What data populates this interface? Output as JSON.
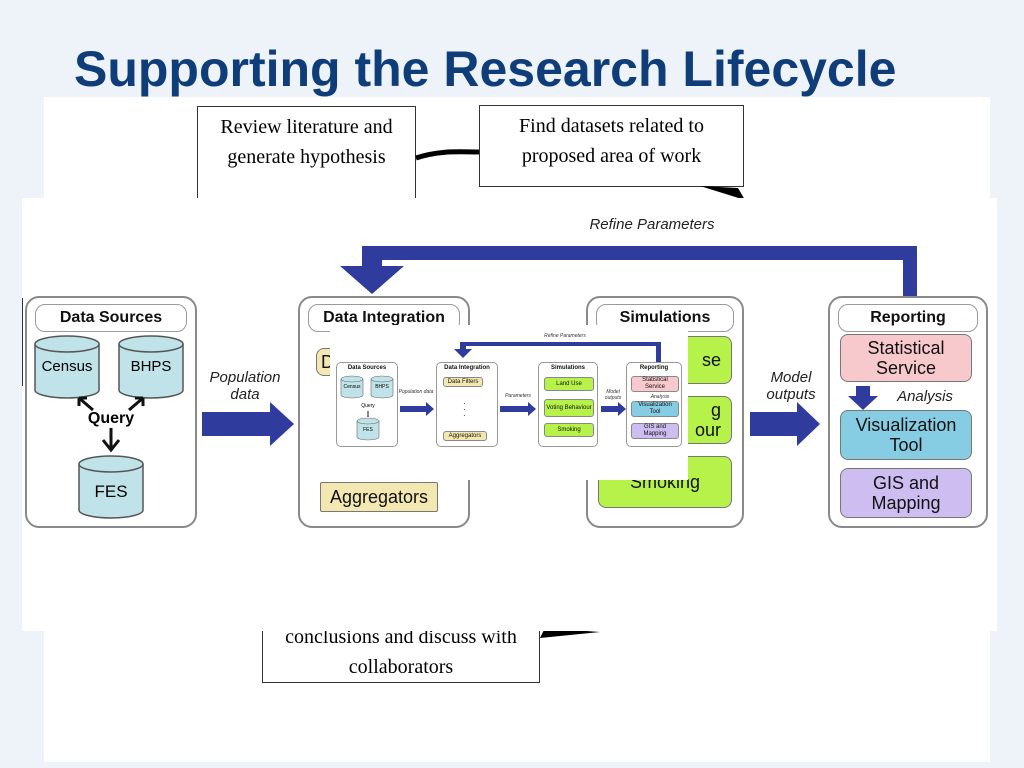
{
  "slide": {
    "title": "Supporting the Research Lifecycle",
    "notes": {
      "review": "Review literature and generate hypothesis",
      "datasets": "Find datasets related to proposed area of work",
      "conclusions": "conclusions and discuss with collaborators"
    }
  },
  "diagram": {
    "refine_label": "Refine Parameters",
    "population_label": "Population data",
    "model_outputs_label": "Model outputs",
    "analysis_label": "Analysis",
    "data_sources": {
      "title": "Data Sources",
      "census": "Census",
      "bhps": "BHPS",
      "query": "Query",
      "fes": "FES"
    },
    "data_integration": {
      "title": "Data Integration",
      "partial_item": "D",
      "aggregators": "Aggregators"
    },
    "simulations": {
      "title": "Simulations",
      "item1_partial": "se",
      "item2_partial_a": "g",
      "item2_partial_b": "our",
      "item3": "Smoking"
    },
    "reporting": {
      "title": "Reporting",
      "statistical": "Statistical Service",
      "visualization": "Visualization Tool",
      "gis": "GIS and Mapping"
    }
  },
  "mini": {
    "refine_label": "Refine Parameters",
    "population_label": "Population data",
    "parameters_label": "Parameters",
    "model_outputs_label": "Model outputs",
    "analysis_label": "Analysis",
    "data_sources": {
      "title": "Data Sources",
      "census": "Census",
      "bhps": "BHPS",
      "query": "Query",
      "fes": "FES"
    },
    "data_integration": {
      "title": "Data Integration",
      "filters": "Data Filters",
      "aggregators": "Aggregators"
    },
    "simulations": {
      "title": "Simulations",
      "land_use": "Land Use",
      "voting": "Voting Behaviour",
      "smoking": "Smoking"
    },
    "reporting": {
      "title": "Reporting",
      "statistical": "Statistical Service",
      "visualization": "Visualization Tool",
      "gis": "GIS and Mapping"
    }
  },
  "colors": {
    "title": "#0f3d7a",
    "arrow": "#2f3c9e",
    "cylinder": "#bfe3e8",
    "statistical": "#f7c8cc",
    "visualization": "#86cde3",
    "gis": "#cdbdf1",
    "simulation": "#b6f24a",
    "aggregator": "#f4e8b2"
  }
}
